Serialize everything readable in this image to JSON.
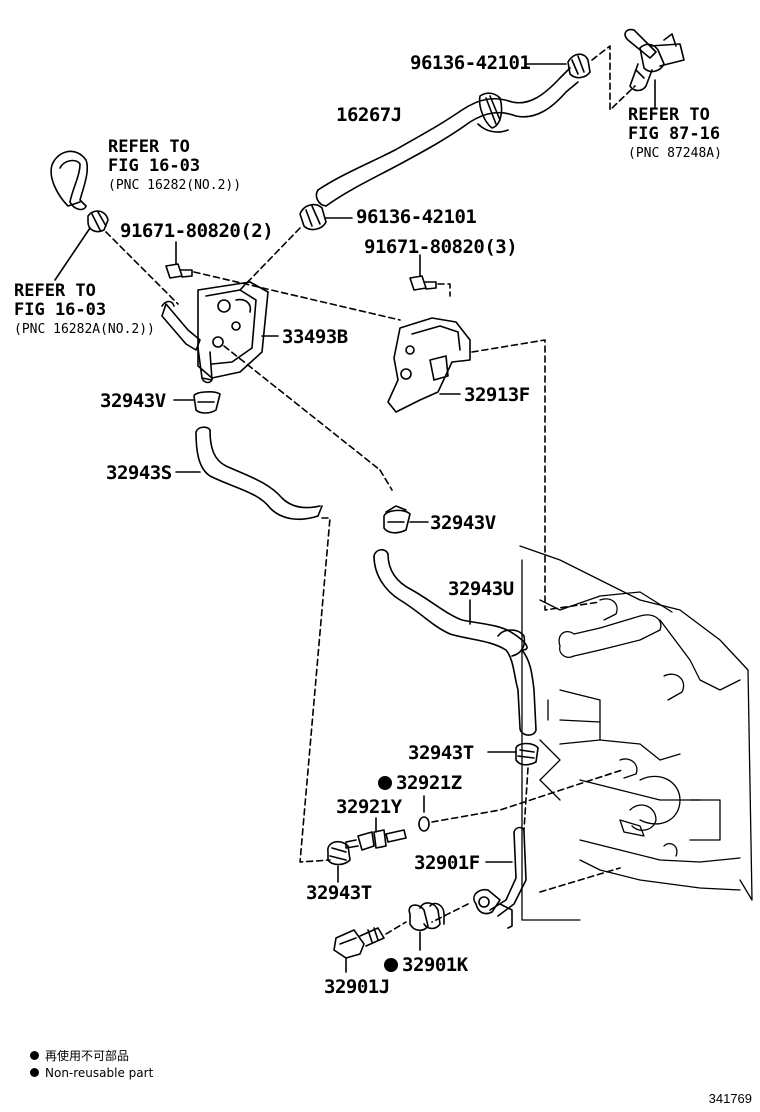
{
  "parts": {
    "p96136_top": "96136-42101",
    "p16267J": "16267J",
    "p96136_mid": "96136-42101",
    "p91671_2": "91671-80820(2)",
    "p91671_3": "91671-80820(3)",
    "p33493B": "33493B",
    "p32913F": "32913F",
    "p32943V_a": "32943V",
    "p32943S": "32943S",
    "p32943V_b": "32943V",
    "p32943U": "32943U",
    "p32943T_a": "32943T",
    "p32921Z": "32921Z",
    "p32921Y": "32921Y",
    "p32901F": "32901F",
    "p32943T_b": "32943T",
    "p32901K": "32901K",
    "p32901J": "32901J"
  },
  "refs": {
    "ref_87_16": {
      "l1": "REFER TO",
      "l2": "FIG 87-16",
      "l3": "(PNC 87248A)"
    },
    "ref_16_03_top": {
      "l1": "REFER TO",
      "l2": "FIG 16-03",
      "l3": "(PNC 16282(NO.2))"
    },
    "ref_16_03_left": {
      "l1": "REFER TO",
      "l2": "FIG 16-03",
      "l3": "(PNC 16282A(NO.2))"
    }
  },
  "legend": {
    "jp": "再使用不可部品",
    "en": "Non-reusable part"
  },
  "illustration_number": "341769"
}
